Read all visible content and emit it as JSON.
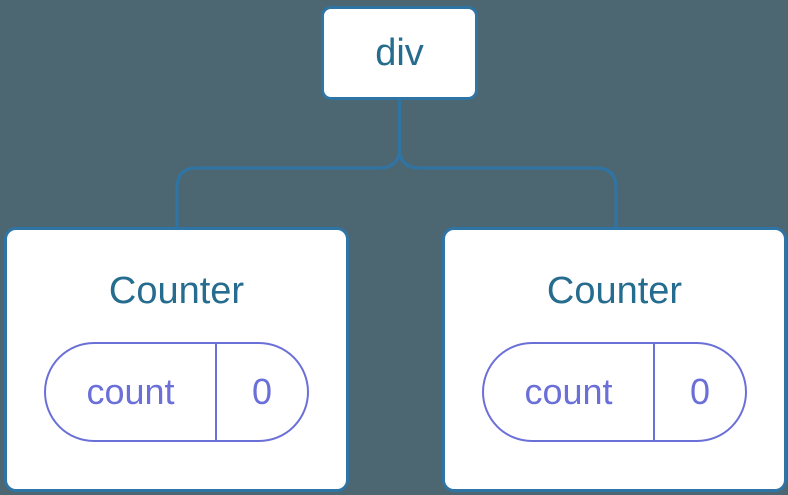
{
  "tree": {
    "root": {
      "label": "div"
    },
    "children": [
      {
        "title": "Counter",
        "state": {
          "key": "count",
          "value": "0"
        }
      },
      {
        "title": "Counter",
        "state": {
          "key": "count",
          "value": "0"
        }
      }
    ]
  },
  "colors": {
    "background": "#4D6772",
    "node_border": "#2E74A4",
    "connector_line": "#2E74A4",
    "node_text": "#266C8E",
    "state_accent": "#6B6FD8",
    "card_background": "#FFFFFF"
  }
}
